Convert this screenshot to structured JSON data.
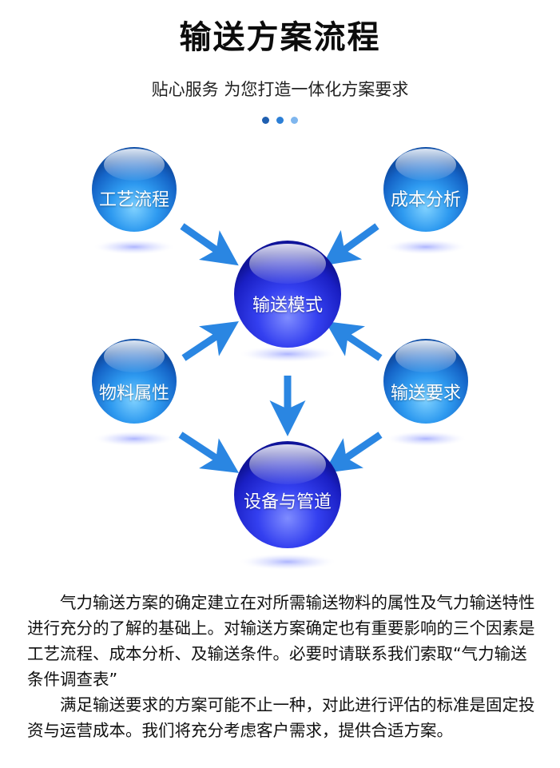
{
  "header": {
    "title": "输送方案流程",
    "subtitle": "贴心服务 为您打造一体化方案要求"
  },
  "colors": {
    "dot_dark": "#1f5fb0",
    "dot_mid": "#2c7fd6",
    "dot_light": "#7fb6ee",
    "sphere_light_blue": "#1e88e5",
    "sphere_dark_blue": "#1a23d6",
    "arrow": "#2a86e2"
  },
  "diagram": {
    "nodes": {
      "craft": "工艺流程",
      "cost": "成本分析",
      "mode": "输送模式",
      "material": "物料属性",
      "requirement": "输送要求",
      "equipment": "设备与管道"
    }
  },
  "body": {
    "paragraph1": "气力输送方案的确定建立在对所需输送物料的属性及气力输送特性进行充分的了解的基础上。对输送方案确定也有重要影响的三个因素是工艺流程、成本分析、及输送条件。必要时请联系我们索取“气力输送条件调查表”",
    "paragraph2": "满足输送要求的方案可能不止一种，对此进行评估的标准是固定投资与运营成本。我们将充分考虑客户需求，提供合适方案。"
  }
}
